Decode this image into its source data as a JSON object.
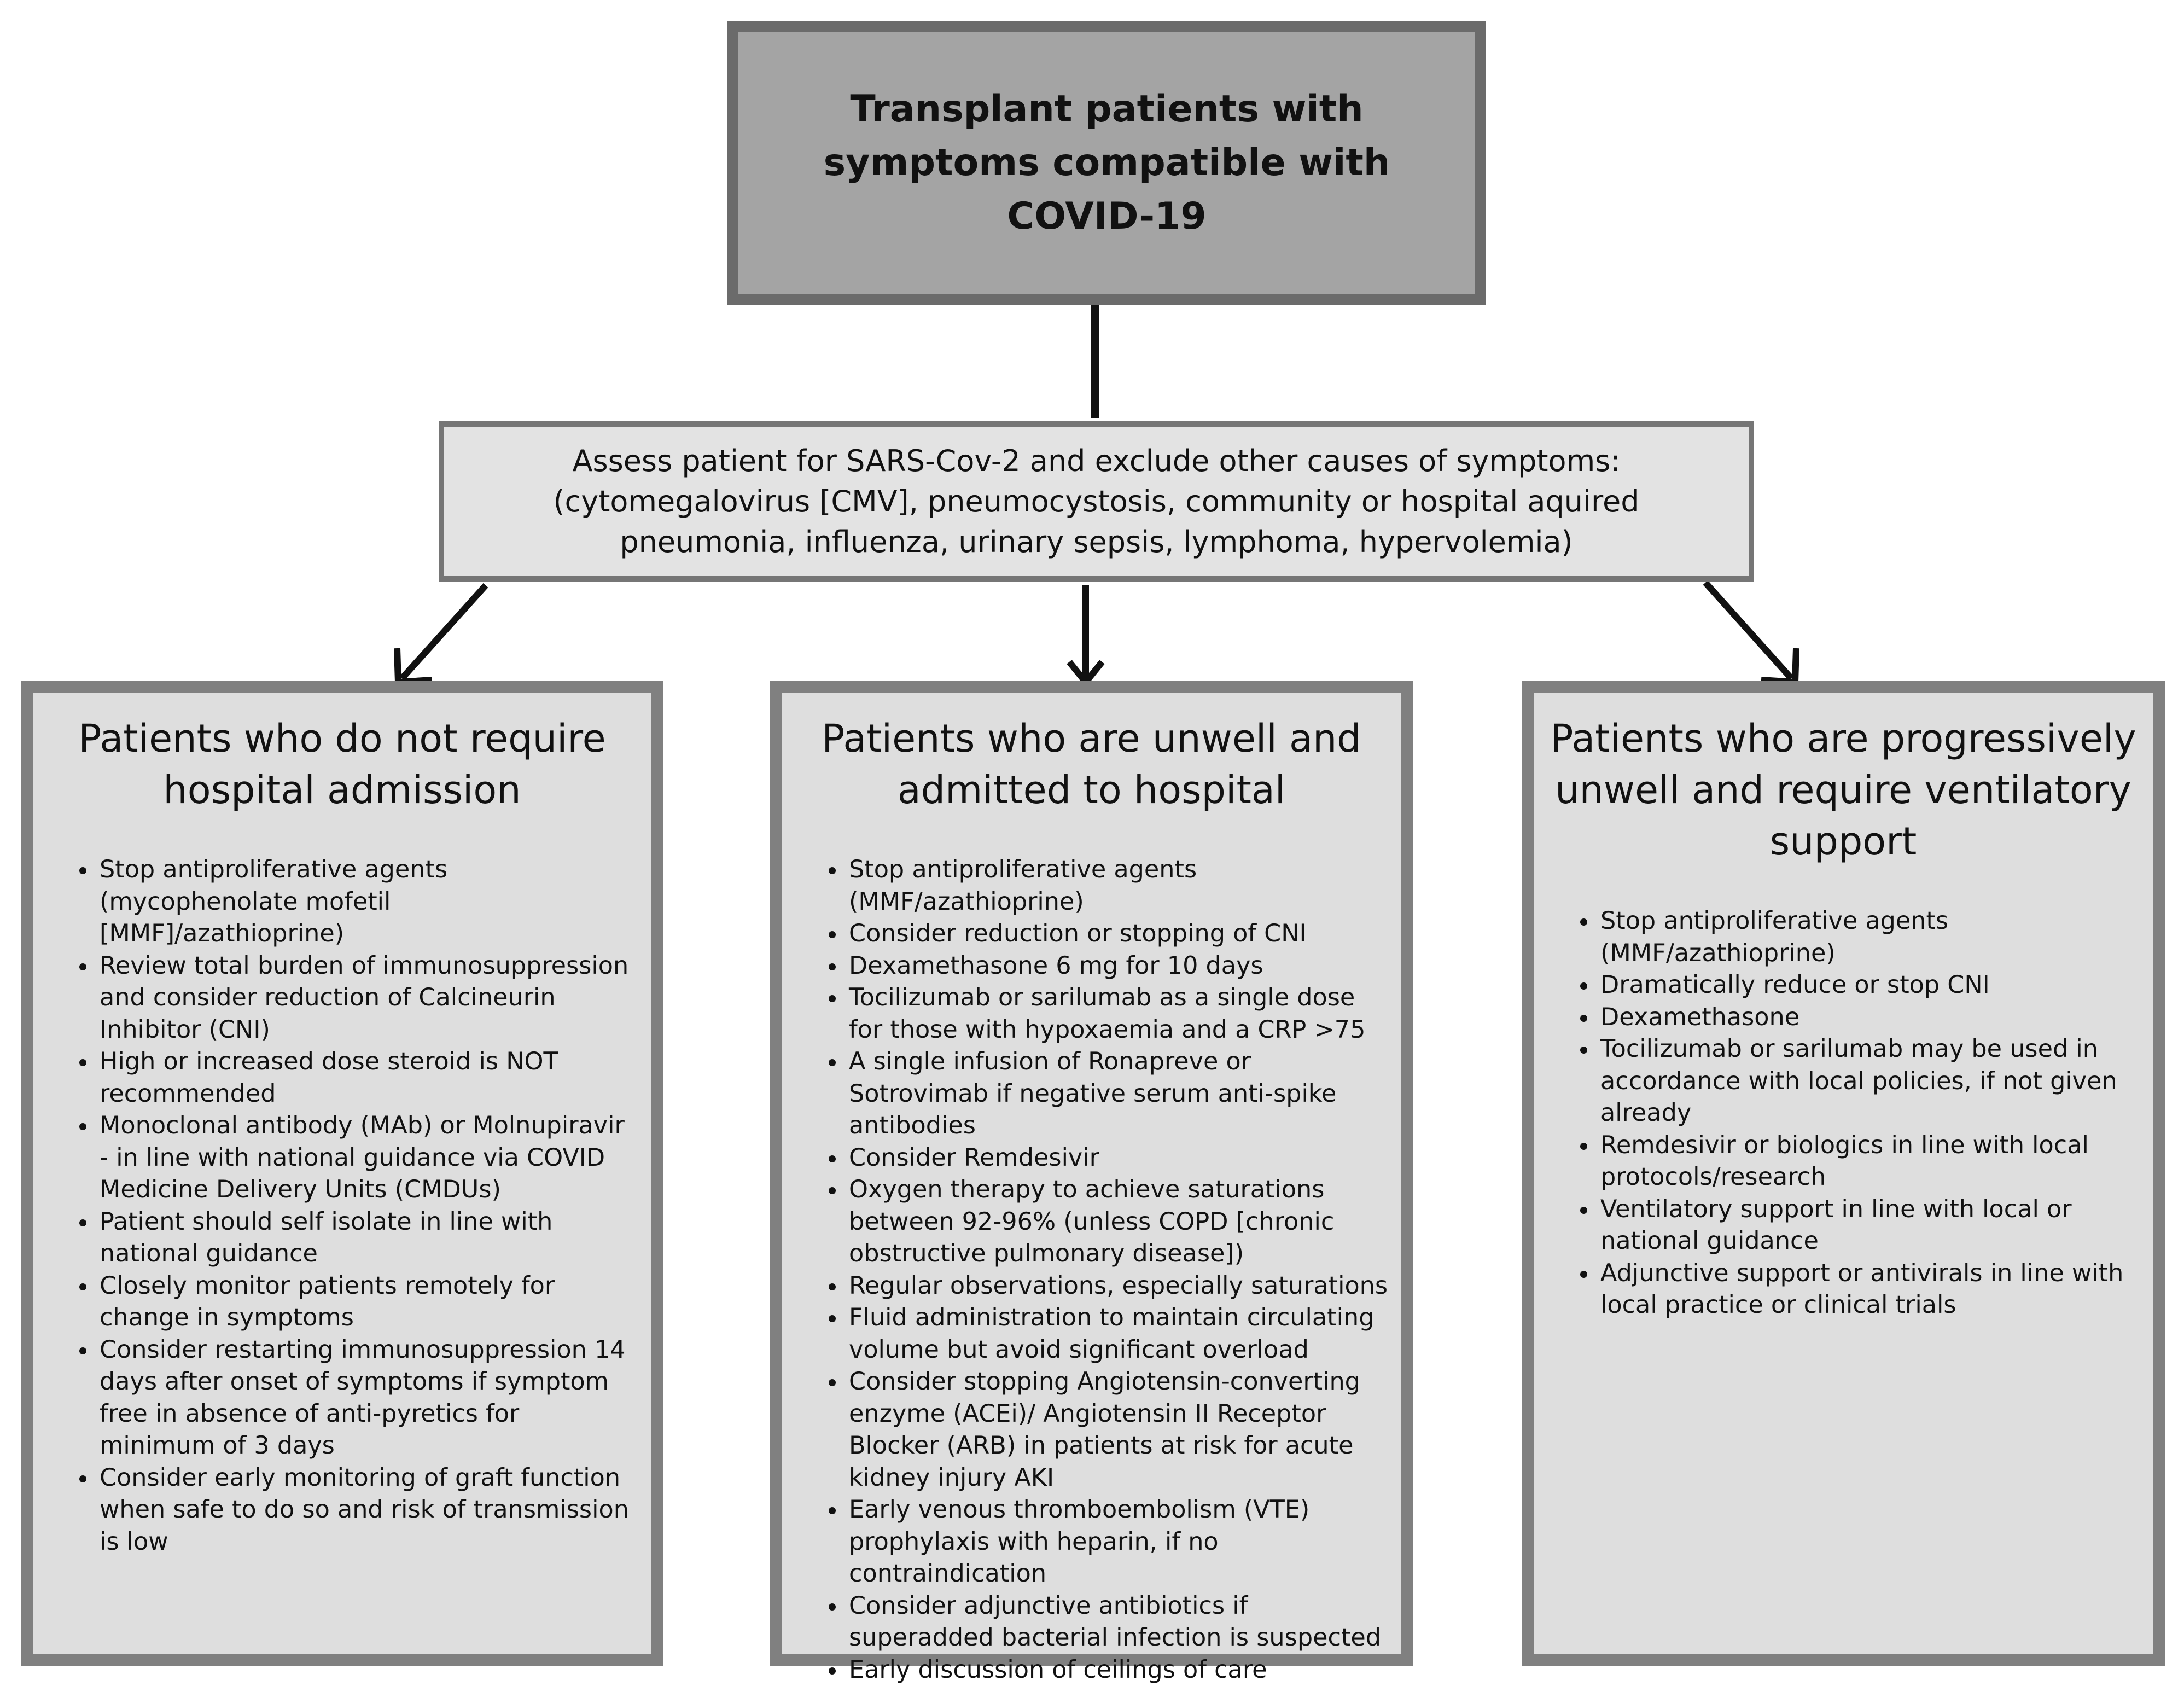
{
  "top": {
    "title": "Transplant patients with symptoms compatible with COVID-19"
  },
  "assess": {
    "text": "Assess patient for SARS-Cov-2 and exclude other causes of symptoms: (cytomegalovirus [CMV], pneumocystosis, community or hospital aquired pneumonia, influenza, urinary sepsis, lymphoma, hypervolemia)"
  },
  "columns": [
    {
      "title": "Patients who do not require hospital admission",
      "items": [
        "Stop antiproliferative agents (mycophenolate mofetil [MMF]/azathioprine)",
        "Review total burden of immunosuppression and consider reduction of Calcineurin Inhibitor (CNI)",
        "High or increased dose steroid is NOT recommended",
        "Monoclonal antibody (MAb) or Molnupiravir - in line with national guidance via COVID Medicine Delivery Units (CMDUs)",
        "Patient should self isolate in line with national guidance",
        "Closely monitor patients remotely for change in symptoms",
        "Consider restarting immunosuppression 14 days after onset of symptoms if symptom free in absence of anti-pyretics for minimum of 3 days",
        "Consider early monitoring of graft function when safe to do so and risk of transmission is low"
      ]
    },
    {
      "title": "Patients who are unwell and admitted to hospital",
      "items": [
        "Stop antiproliferative agents (MMF/azathioprine)",
        "Consider reduction or stopping of CNI",
        "Dexamethasone 6 mg for 10 days",
        "Tocilizumab or sarilumab as a single dose for those with hypoxaemia and a CRP >75",
        "A single infusion of Ronapreve or Sotrovimab if negative serum anti-spike antibodies",
        "Consider Remdesivir",
        "Oxygen therapy to achieve saturations between 92-96% (unless COPD [chronic obstructive pulmonary disease])",
        "Regular observations, especially saturations",
        "Fluid administration to maintain circulating volume but avoid significant overload",
        "Consider stopping Angiotensin-converting enzyme (ACEi)/ Angiotensin II Receptor Blocker (ARB) in patients at risk for acute kidney injury AKI",
        "Early venous thromboembolism (VTE) prophylaxis with heparin, if no contraindication",
        "Consider adjunctive antibiotics if superadded bacterial infection is suspected",
        "Early discussion of ceilings of care"
      ]
    },
    {
      "title": "Patients who are progressively unwell and require ventilatory support",
      "items": [
        "Stop antiproliferative agents (MMF/azathioprine)",
        "Dramatically reduce or stop CNI",
        "Dexamethasone",
        "Tocilizumab or sarilumab may be used in accordance with local policies, if not given already",
        "Remdesivir or biologics in line with local protocols/research",
        "Ventilatory support in line with local or national guidance",
        "Adjunctive support or antivirals in line with local practice or clinical trials"
      ]
    }
  ]
}
